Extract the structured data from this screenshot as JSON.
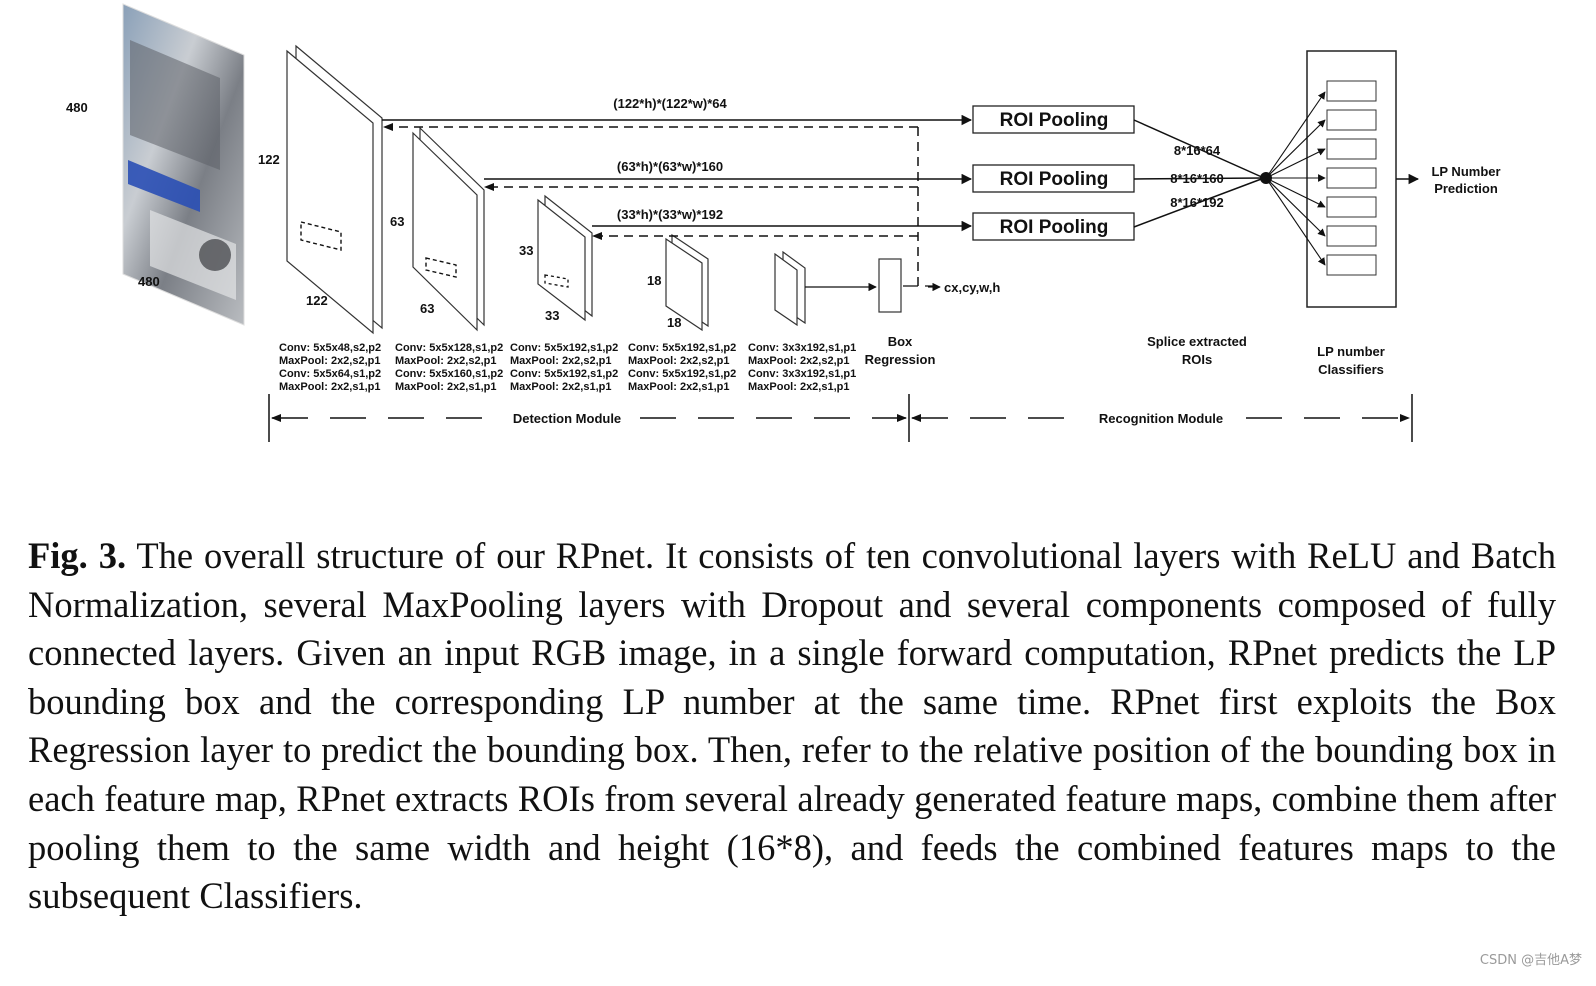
{
  "input_image": {
    "height_label": "480",
    "width_label": "480"
  },
  "feature_maps": [
    {
      "height_label": "122",
      "width_label": "122"
    },
    {
      "height_label": "63",
      "width_label": "63"
    },
    {
      "height_label": "33",
      "width_label": "33"
    },
    {
      "height_label": "18",
      "width_label": "18"
    }
  ],
  "connections": [
    "(122*h)*(122*w)*64",
    "(63*h)*(63*w)*160",
    "(33*h)*(33*w)*192"
  ],
  "roi_pooling_label": "ROI Pooling",
  "splice_dims": [
    "8*16*64",
    "8*16*160",
    "8*16*192"
  ],
  "output_coords": "cx,cy,w,h",
  "prediction_label": [
    "LP Number",
    "Prediction"
  ],
  "box_regression_label": [
    "Box",
    "Regression"
  ],
  "splice_label": [
    "Splice extracted",
    "ROIs"
  ],
  "classifiers_label": [
    "LP number",
    "Classifiers"
  ],
  "layer_specs": [
    [
      "Conv: 5x5x48,s2,p2",
      "MaxPool: 2x2,s2,p1",
      "Conv: 5x5x64,s1,p2",
      "MaxPool: 2x2,s1,p1"
    ],
    [
      "Conv: 5x5x128,s1,p2",
      "MaxPool: 2x2,s2,p1",
      "Conv: 5x5x160,s1,p2",
      "MaxPool: 2x2,s1,p1"
    ],
    [
      "Conv: 5x5x192,s1,p2",
      "MaxPool: 2x2,s2,p1",
      "Conv: 5x5x192,s1,p2",
      "MaxPool: 2x2,s1,p1"
    ],
    [
      "Conv: 5x5x192,s1,p2",
      "MaxPool: 2x2,s2,p1",
      "Conv: 5x5x192,s1,p2",
      "MaxPool: 2x2,s1,p1"
    ],
    [
      "Conv: 3x3x192,s1,p1",
      "MaxPool: 2x2,s2,p1",
      "Conv: 3x3x192,s1,p1",
      "MaxPool: 2x2,s1,p1"
    ]
  ],
  "modules": {
    "detection": "Detection Module",
    "recognition": "Recognition Module"
  },
  "caption": {
    "label": "Fig. 3.",
    "text": "The overall structure of our RPnet. It consists of ten convolutional layers with ReLU and Batch Normalization, several MaxPooling layers with Dropout and several components composed of fully connected layers. Given an input RGB image, in a single forward computation, RPnet predicts the LP bounding box and the corresponding LP number at the same time. RPnet first exploits the Box Regression layer to predict the bounding box. Then, refer to the relative position of the bounding box in each feature map, RPnet extracts ROIs from several already generated feature maps, combine them after pooling them to the same width and height (16*8), and feeds the combined features maps to the subsequent Classifiers."
  },
  "watermark": "CSDN @吉他A梦"
}
